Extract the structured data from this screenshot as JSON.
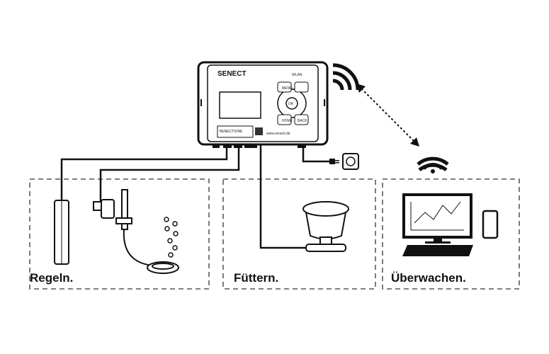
{
  "controller": {
    "brand": "SENECT",
    "wlan_label": "WLAN",
    "menu_label": "MENU",
    "ok_label": "OK",
    "home_label": "HOME",
    "back_label": "BACK",
    "model_label": "BENECTIONE",
    "website": "www.senect.de"
  },
  "panels": [
    {
      "label": "Regeln."
    },
    {
      "label": "Füttern."
    },
    {
      "label": "Überwachen."
    }
  ],
  "colors": {
    "line": "#111111",
    "background": "#ffffff"
  }
}
